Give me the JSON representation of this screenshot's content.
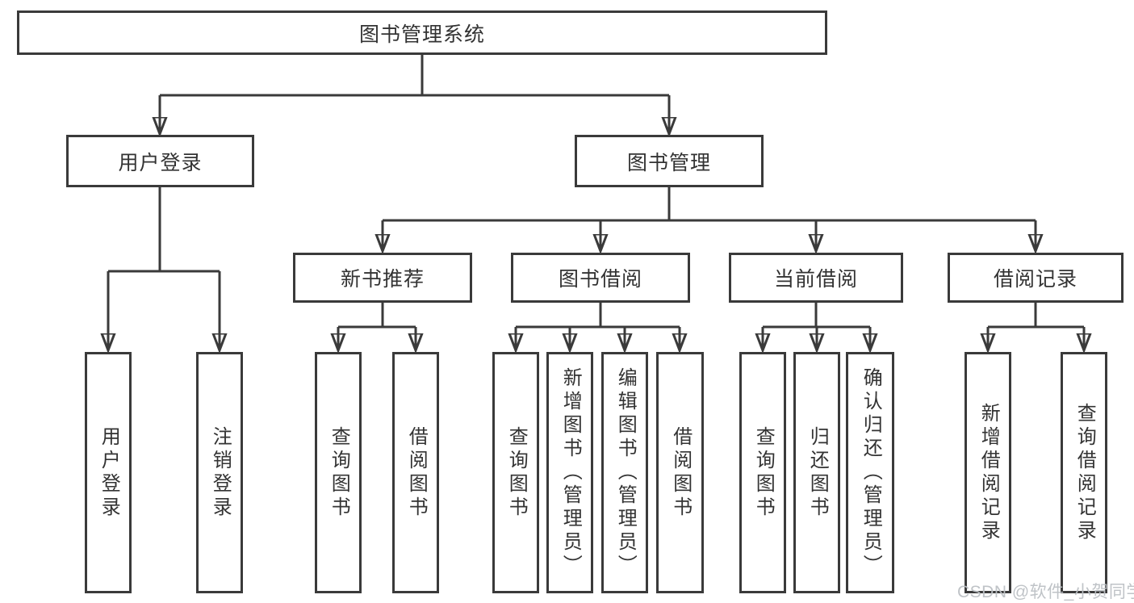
{
  "diagram_title": "图书管理系统",
  "tree": {
    "label": "图书管理系统",
    "children": [
      {
        "label": "用户登录",
        "children": [
          {
            "label": "用户登录"
          },
          {
            "label": "注销登录"
          }
        ]
      },
      {
        "label": "图书管理",
        "children": [
          {
            "label": "新书推荐",
            "children": [
              {
                "label": "查询图书"
              },
              {
                "label": "借阅图书"
              }
            ]
          },
          {
            "label": "图书借阅",
            "children": [
              {
                "label": "查询图书"
              },
              {
                "label": "新增图书（管理员）"
              },
              {
                "label": "编辑图书（管理员）"
              },
              {
                "label": "借阅图书"
              }
            ]
          },
          {
            "label": "当前借阅",
            "children": [
              {
                "label": "查询图书"
              },
              {
                "label": "归还图书"
              },
              {
                "label": "确认归还（管理员）"
              }
            ]
          },
          {
            "label": "借阅记录",
            "children": [
              {
                "label": "新增借阅记录"
              },
              {
                "label": "查询借阅记录"
              }
            ]
          }
        ]
      }
    ]
  },
  "watermark": {
    "text": "CSDN @软件_小贺同学"
  },
  "colors": {
    "line": "#3a3a3a",
    "text": "#333333",
    "background": "#ffffff",
    "watermark": "#bcc0c4"
  }
}
